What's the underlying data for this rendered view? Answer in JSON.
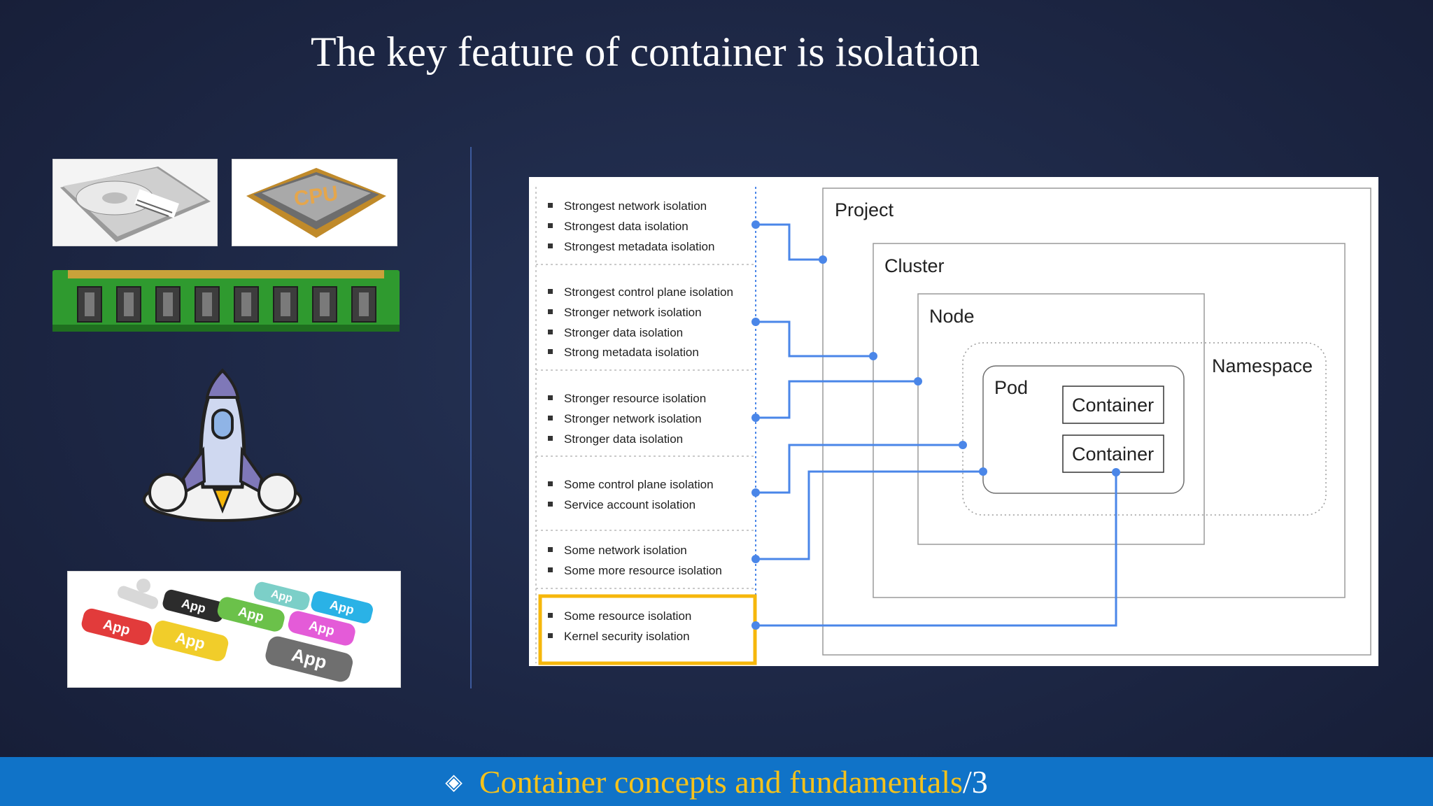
{
  "slide": {
    "title": "The key feature of container is isolation"
  },
  "images": {
    "hdd": "hard-disk-drive",
    "cpu_label": "CPU",
    "ram": "memory-module",
    "rocket": "rocket-launch",
    "app_tiles": [
      "App",
      "App",
      "App",
      "App",
      "App",
      "App",
      "App",
      "App"
    ]
  },
  "diagram": {
    "groups": [
      {
        "items": [
          "Strongest network isolation",
          "Strongest data isolation",
          "Strongest metadata isolation"
        ]
      },
      {
        "items": [
          "Strongest control plane isolation",
          "Stronger network isolation",
          "Stronger data isolation",
          "Strong metadata isolation"
        ]
      },
      {
        "items": [
          "Stronger resource isolation",
          "Stronger network isolation",
          "Stronger data isolation"
        ]
      },
      {
        "items": [
          "Some control plane isolation",
          "Service account isolation"
        ]
      },
      {
        "items": [
          "Some network isolation",
          "Some more resource isolation"
        ]
      },
      {
        "items": [
          "Some resource isolation",
          "Kernel security isolation"
        ],
        "highlighted": true
      }
    ],
    "boxes": {
      "project": "Project",
      "cluster": "Cluster",
      "node": "Node",
      "namespace": "Namespace",
      "pod": "Pod",
      "container_1": "Container",
      "container_2": "Container"
    },
    "colors": {
      "connector": "#4a86e8",
      "highlight": "#f6b70b"
    }
  },
  "footer": {
    "title": "Container concepts and fundamentals",
    "slash": "/",
    "page": "3",
    "icon": "diamond-dot-icon"
  }
}
